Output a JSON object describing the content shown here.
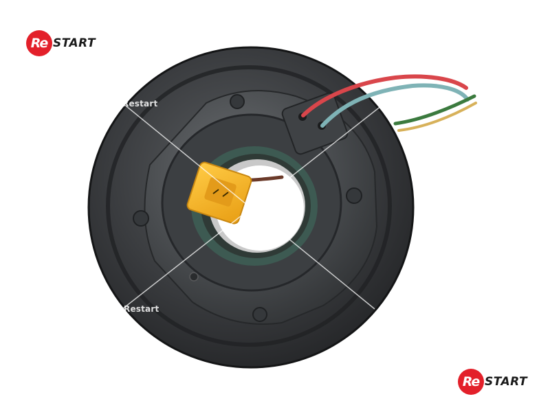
{
  "logos": {
    "top": {
      "badge_text": "Re",
      "word_text": "START"
    },
    "bottom": {
      "badge_text": "Re",
      "word_text": "START"
    }
  },
  "watermark": {
    "text": "Restart"
  },
  "colors": {
    "brand_red": "#e3202a",
    "disc_dark": "#2d2f31",
    "disc_plate": "#4a4d50",
    "seal_green": "#3d5a52",
    "connector_yellow": "#f5b324",
    "wire_red": "#d9464b",
    "wire_teal": "#7fb3b6",
    "wire_green": "#3b7a3e"
  }
}
